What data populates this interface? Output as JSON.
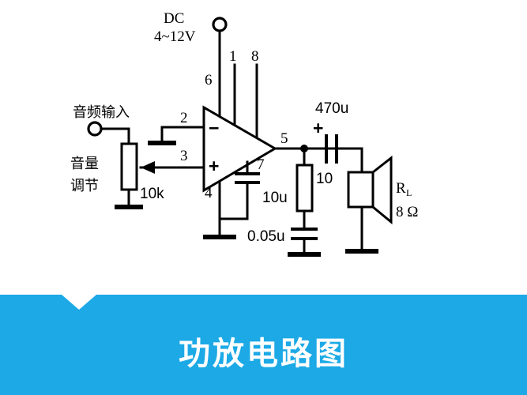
{
  "banner": {
    "title": "功放电路图",
    "bg_color": "#1CA9E6",
    "text_color": "#FFFFFF",
    "notch": "downward-triangle"
  },
  "circuit": {
    "labels": {
      "supply_name": "DC",
      "supply_range": "4~12V",
      "audio_input": "音频输入",
      "volume_line1": "音量",
      "volume_line2": "调节",
      "pot_value": "10k",
      "pin_2": "2",
      "pin_3": "3",
      "pin_4": "4",
      "pin_5": "5",
      "pin_6": "6",
      "pin_7": "7",
      "pin_1": "1",
      "pin_8": "8",
      "cap_bypass": "10u",
      "cap_zobel": "0.05u",
      "cap_output": "470u",
      "res_zobel": "10",
      "speaker_name": "R",
      "speaker_sub": "L",
      "speaker_impedance": "8 Ω",
      "opamp_minus": "−",
      "opamp_plus": "+",
      "cap_output_polarity": "+"
    },
    "components": [
      {
        "ref": "potentiometer",
        "value": "10k",
        "name": "音量调节"
      },
      {
        "ref": "cap-bypass",
        "value": "10u",
        "pin": "7"
      },
      {
        "ref": "cap-zobel",
        "value": "0.05u"
      },
      {
        "ref": "res-zobel",
        "value": "10"
      },
      {
        "ref": "cap-output",
        "value": "470u",
        "polarity": "+"
      },
      {
        "ref": "speaker",
        "value": "8 Ω",
        "name": "RL"
      },
      {
        "ref": "opamp",
        "pins": [
          "1",
          "2",
          "3",
          "4",
          "5",
          "6",
          "7",
          "8"
        ]
      },
      {
        "ref": "supply",
        "value": "DC 4~12V"
      }
    ]
  }
}
